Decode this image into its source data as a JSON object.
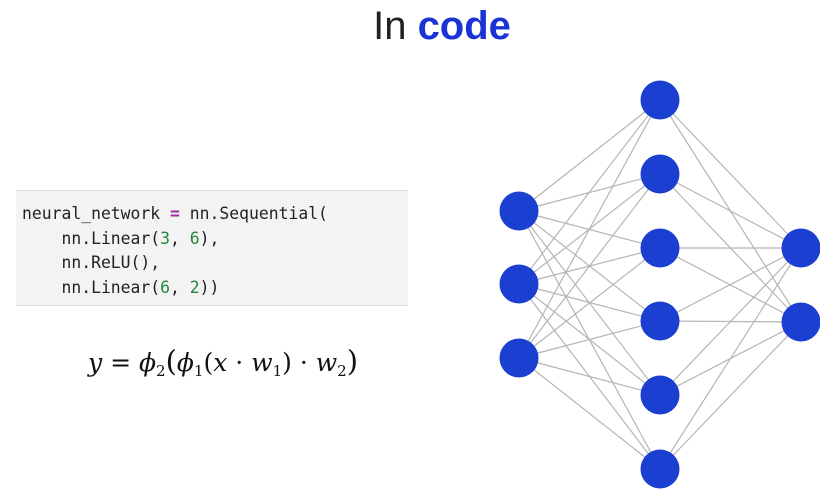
{
  "title": {
    "prefix": "In",
    "highlight": "code"
  },
  "code": {
    "line1": {
      "a": "neural_network ",
      "op": "=",
      "b": " nn.Sequential("
    },
    "line2": {
      "a": "    nn.Linear(",
      "n1": "3",
      "sep": ", ",
      "n2": "6",
      "b": "),"
    },
    "line3": {
      "a": "    nn.ReLU(),"
    },
    "line4": {
      "a": "    nn.Linear(",
      "n1": "6",
      "sep": ", ",
      "n2": "2",
      "b": "))"
    }
  },
  "formula": {
    "y": "y",
    "eq": " = ",
    "phi": "ϕ",
    "sub2": "2",
    "sub1": "1",
    "lparen": "(",
    "rparen": ")",
    "x": "x",
    "dot": " · ",
    "w": "w"
  },
  "network": {
    "layers": [
      3,
      6,
      2
    ],
    "node_color": "#1a3fd1",
    "edge_color": "#b5b5b5"
  }
}
